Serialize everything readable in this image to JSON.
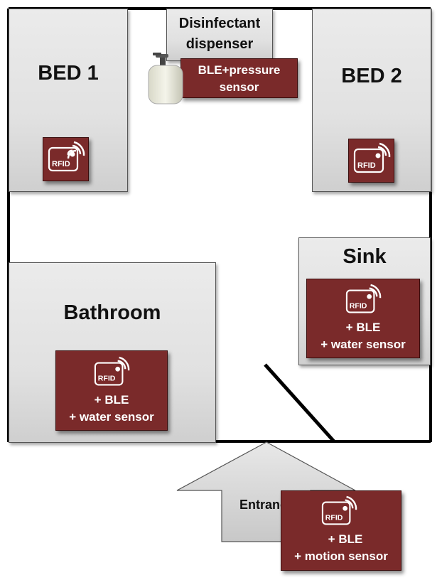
{
  "rooms": {
    "bed1": "BED 1",
    "bed2": "BED 2",
    "dispenser_line1": "Disinfectant",
    "dispenser_line2": "dispenser",
    "bathroom": "Bathroom",
    "sink": "Sink",
    "entrance": "Entrance"
  },
  "sensors": {
    "rfid_icon_text": "RFID",
    "dispenser_line1": "BLE+pressure",
    "dispenser_line2": "sensor",
    "sink_line1": "+ BLE",
    "sink_line2": "+ water sensor",
    "bathroom_line1": "+ BLE",
    "bathroom_line2": "+ water sensor",
    "entrance_line1": "+ BLE",
    "entrance_line2": "+ motion sensor"
  },
  "colors": {
    "sensor_fill": "#7a2a2a",
    "room_fill": "#e4e4e4",
    "wall": "#000000"
  },
  "icons": [
    "rfid-tag-icon",
    "soap-bottle-icon",
    "entrance-arrow-icon"
  ]
}
